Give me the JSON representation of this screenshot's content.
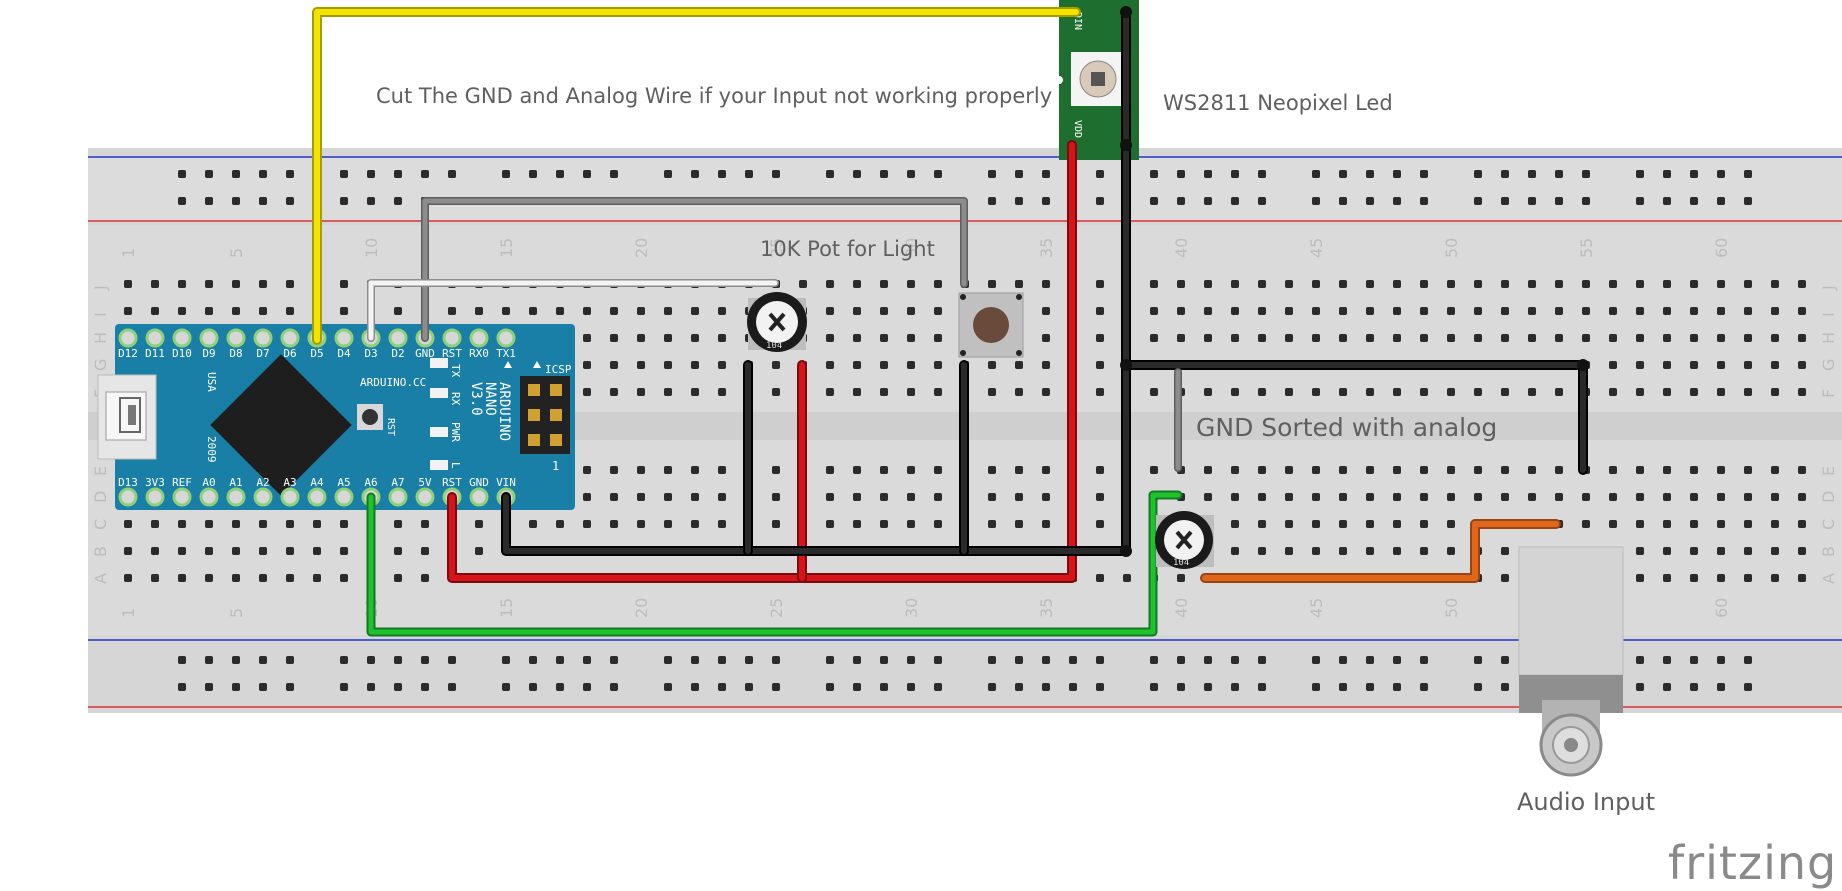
{
  "labels": {
    "cut_note": "Cut The GND and Analog Wire if your Input not working properly",
    "led_label": "WS2811 Neopixel Led",
    "pot_label": "10K Pot for Light",
    "gnd_note": "GND Sorted with analog",
    "audio_label": "Audio Input",
    "brand": "fritzing"
  },
  "breadboard": {
    "column_numbers": [
      "1",
      "5",
      "10",
      "15",
      "20",
      "25",
      "30",
      "35",
      "40",
      "45",
      "50",
      "55",
      "60"
    ],
    "row_letters_top": [
      "J",
      "I",
      "H",
      "G",
      "F"
    ],
    "row_letters_bottom": [
      "E",
      "D",
      "C",
      "B",
      "A"
    ]
  },
  "arduino": {
    "top_pins": [
      "D12",
      "D11",
      "D10",
      "D9",
      "D8",
      "D7",
      "D6",
      "D5",
      "D4",
      "D3",
      "D2",
      "GND",
      "RST",
      "RX0",
      "TX1"
    ],
    "bottom_pins": [
      "D13",
      "3V3",
      "REF",
      "A0",
      "A1",
      "A2",
      "A3",
      "A4",
      "A5",
      "A6",
      "A7",
      "5V",
      "RST",
      "GND",
      "VIN"
    ],
    "board_text": [
      "ARDUINO",
      "NANO",
      "V3.0"
    ],
    "cc_text": "ARDUINO.CC",
    "usa_text": "USA",
    "year_text": "2009",
    "icsp_text": "ICSP",
    "rst_text": "RST",
    "leds": [
      "TX",
      "RX",
      "PWR",
      "L"
    ],
    "icsp_num": "1"
  },
  "led_module": {
    "din": "DIN",
    "vdd": "VDD"
  },
  "pot": {
    "marking": "104"
  },
  "colors": {
    "yellow_wire": "#f2e400",
    "red_wire": "#d6141a",
    "black_wire": "#1b1b1b",
    "gray_wire": "#8c8c8c",
    "white_wire": "#f4f4f4",
    "green_wire": "#1fc12e",
    "orange_wire": "#e0661c",
    "arduino_blue": "#1a7fa6",
    "led_pcb": "#1d6e2f"
  },
  "icons": {
    "usb": "usb-connector-icon",
    "chip": "mcu-chip-icon",
    "button": "push-button-icon",
    "pot": "potentiometer-icon",
    "jack": "audio-jack-icon"
  }
}
